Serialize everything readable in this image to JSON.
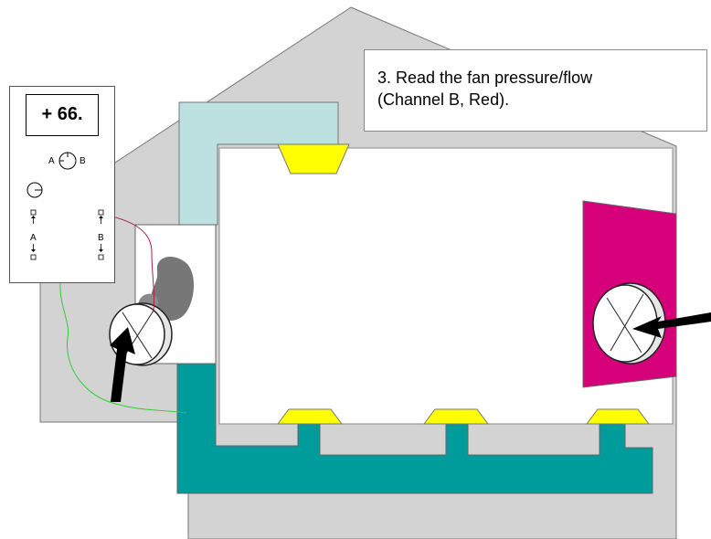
{
  "callout": {
    "line1": "3. Read the fan pressure/flow",
    "line2": "(Channel B, Red)."
  },
  "gauge": {
    "display_value": "+ 66.",
    "channel_a_label": "A",
    "channel_b_label": "B",
    "port_a_label": "A",
    "port_b_label": "B"
  },
  "colors": {
    "house": "#d3d3d3",
    "supply_duct": "#bde0e0",
    "return_duct": "#009b9b",
    "register": "#ffff00",
    "door_panel": "#d6007a",
    "tube_a": "#33cc33",
    "tube_b": "#aa2244"
  },
  "icons": [
    "blower-door-fan-icon",
    "duct-fan-icon",
    "airflow-arrow-icon",
    "port-symbol-icon"
  ]
}
